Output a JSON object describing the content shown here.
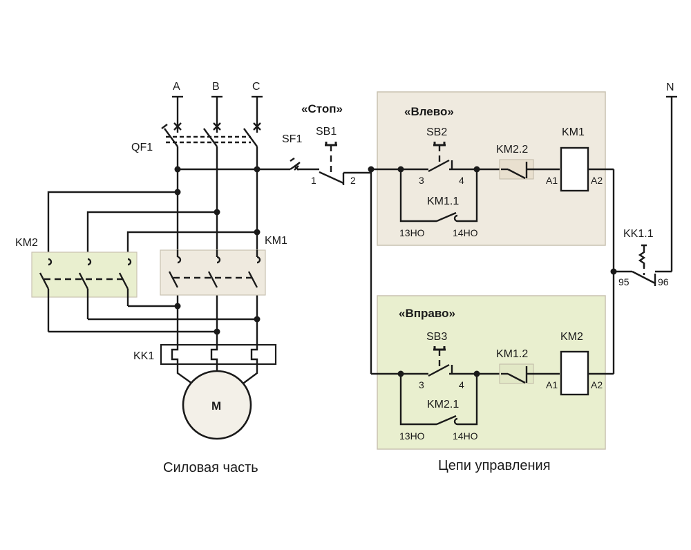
{
  "power": {
    "phase_a": "A",
    "phase_b": "B",
    "phase_c": "C",
    "breaker": "QF1",
    "contactor_left": "KM2",
    "contactor_right": "KM1",
    "thermal_relay": "KK1",
    "motor": "M",
    "caption": "Силовая часть"
  },
  "control": {
    "neutral": "N",
    "switch": "SF1",
    "stop_title": "«Стоп»",
    "stop_button": "SB1",
    "stop_pin_in": "1",
    "stop_pin_out": "2",
    "caption": "Цепи управления",
    "overload_contact": "KK1.1",
    "overload_pin_in": "95",
    "overload_pin_out": "96",
    "left": {
      "title": "«Влево»",
      "button": "SB2",
      "pin3": "3",
      "pin4": "4",
      "hold_contact": "KM1.1",
      "no_in": "13НО",
      "no_out": "14НО",
      "interlock": "KM2.2",
      "coil": "KM1",
      "a1": "A1",
      "a2": "A2"
    },
    "right": {
      "title": "«Вправо»",
      "button": "SB3",
      "pin3": "3",
      "pin4": "4",
      "hold_contact": "KM2.1",
      "no_in": "13НО",
      "no_out": "14НО",
      "interlock": "KM1.2",
      "coil": "KM2",
      "a1": "A1",
      "a2": "A2"
    }
  },
  "colors": {
    "panel_fill": "#efeadf",
    "panel_stroke": "#c9c2b1",
    "km_block_fill": "#e9efcf",
    "wire": "#1a1a1a"
  }
}
